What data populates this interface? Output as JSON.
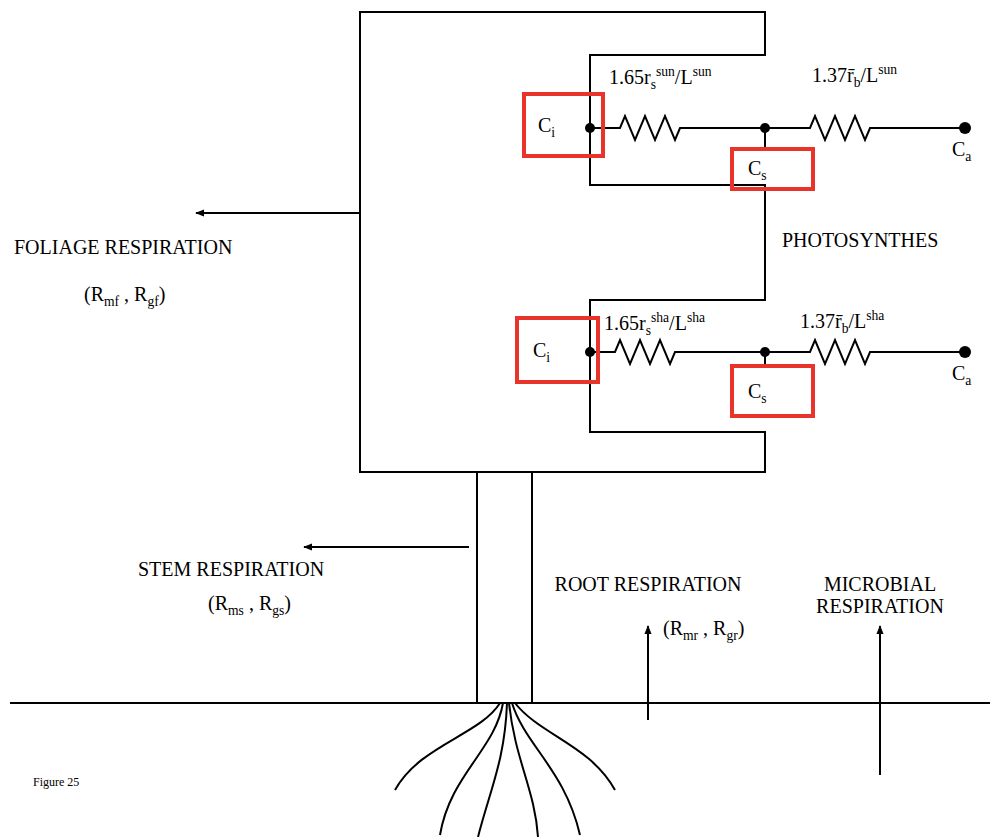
{
  "diagram": {
    "nodes": [
      {
        "text": [
          "Ci"
        ]
      },
      {
        "text": [
          "Cs"
        ]
      },
      {
        "text": [
          "Ci"
        ]
      },
      {
        "text": [
          "Cs"
        ]
      }
    ],
    "edges": [
      {
        "from": 0,
        "to": 1,
        "arrow": "none",
        "label": "1.65rssun/Lsun"
      },
      {
        "from": 2,
        "to": 3,
        "arrow": "none",
        "label": "1.65rssha/Lsha"
      }
    ],
    "labels": [
      "1.37r̄b/Lsun",
      "Ca",
      "PHOTOSYNTHES",
      "FOLIAGE RESPIRATION",
      "(Rmf , Rgf)",
      "1.37r̄b/Lsha",
      "Ca",
      "STEM RESPIRATION",
      "(Rms , Rgs)",
      "ROOT RESPIRATION",
      "(Rmr , Rgr)",
      "MICROBIAL RESPIRATION",
      "Figure 25"
    ]
  }
}
